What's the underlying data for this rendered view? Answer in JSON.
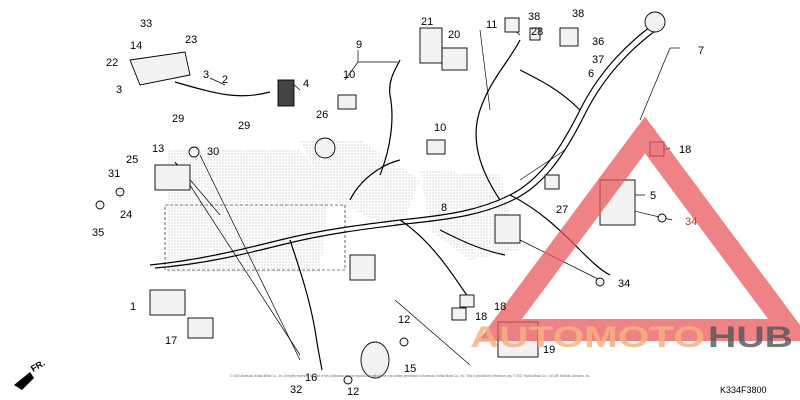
{
  "diagram_code": "K334F3800",
  "front_marker": "FR.",
  "watermark": {
    "part_a": "AUTOMOTO",
    "part_b": "HUB",
    "color_a": "#f4b183",
    "color_b": "#555555",
    "triangle_color": "#e8585c"
  },
  "copyright": "© 2020 American Honda Motor Co., Inc. All rights reserved. No part of this publication may be reproduced without the prior written permission of American Honda Motor Co., Inc. This is provided for reference only. © 2017 Honda Motor Co., Ltd. ARI Network Services, Inc.",
  "callouts": {
    "c1": "1",
    "c2": "2",
    "c3a": "3",
    "c3b": "3",
    "c4": "4",
    "c5": "5",
    "c6": "6",
    "c7": "7",
    "c8": "8",
    "c9": "9",
    "c10a": "10",
    "c10b": "10",
    "c11": "11",
    "c12a": "12",
    "c12b": "12",
    "c13": "13",
    "c14": "14",
    "c15": "15",
    "c16": "16",
    "c17": "17",
    "c18a": "18",
    "c18b": "18",
    "c18c": "18",
    "c19": "19",
    "c20": "20",
    "c21": "21",
    "c22": "22",
    "c23": "23",
    "c24": "24",
    "c25": "25",
    "c26": "26",
    "c27": "27",
    "c28": "28",
    "c29a": "29",
    "c29b": "29",
    "c30": "30",
    "c31": "31",
    "c32": "32",
    "c33": "33",
    "c34a": "34",
    "c34b": "34",
    "c35": "35",
    "c36": "36",
    "c37": "37",
    "c38a": "38",
    "c38b": "38"
  }
}
